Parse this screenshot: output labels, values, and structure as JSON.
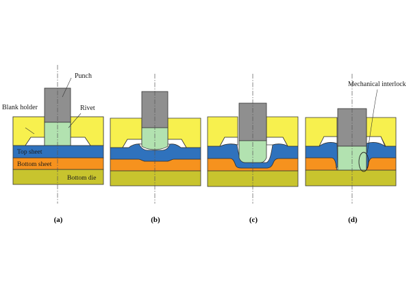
{
  "colors": {
    "blank_holder": "#f7f04e",
    "punch": "#8f8f8f",
    "rivet": "#b2e2b0",
    "top_sheet": "#2f72bd",
    "bottom_sheet": "#f6921e",
    "bottom_die": "#c8c42e",
    "outline": "#333333"
  },
  "labels": {
    "punch": "Punch",
    "blank_holder": "Blank holder",
    "rivet": "Rivet",
    "top_sheet": "Top sheet",
    "bottom_sheet": "Bottom sheet",
    "bottom_die": "Bottom die",
    "mechanical_interlock": "Mechanical interlock"
  },
  "stages": [
    {
      "id": "a",
      "caption": "(a)"
    },
    {
      "id": "b",
      "caption": "(b)"
    },
    {
      "id": "c",
      "caption": "(c)"
    },
    {
      "id": "d",
      "caption": "(d)"
    }
  ]
}
